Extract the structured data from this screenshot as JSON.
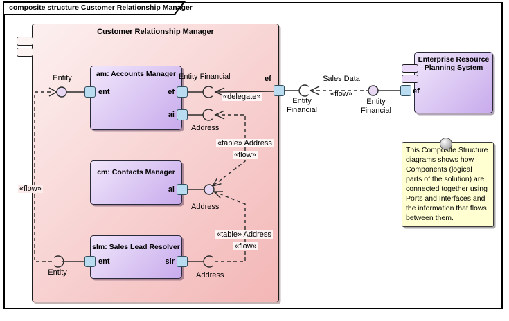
{
  "frame": {
    "tab_label": "composite structure Customer Relationship Manager"
  },
  "crm": {
    "title": "Customer Relationship Manager"
  },
  "components": {
    "am": {
      "title": "am: Accounts Manager",
      "port_ent": "ent",
      "port_ef": "ef",
      "port_ai": "ai"
    },
    "cm": {
      "title": "cm: Contacts Manager",
      "port_ai": "ai"
    },
    "slm": {
      "title": "slm: Sales Lead Resolver",
      "port_ent": "ent",
      "port_slr": "slr"
    },
    "erp": {
      "title": "Enterprise Resource Planning System",
      "port_ef": "ef"
    }
  },
  "boundary_port": {
    "label": "ef"
  },
  "labels": {
    "entity_top": "Entity",
    "entity_bottom": "Entity",
    "entity_financial_am": "Entity Financial",
    "entity_financial_boundary": "Entity Financial",
    "entity_financial_erp": "Entity Financial",
    "address_am": "Address",
    "address_cm": "Address",
    "address_slm": "Address",
    "sales_data": "Sales Data",
    "delegate": "«delegate»",
    "flow_left": "«flow»",
    "flow_right": "«flow»",
    "flow_upper": "«flow»",
    "flow_lower": "«flow»",
    "table_address_upper": "«table» Address",
    "table_address_lower": "«table» Address"
  },
  "note": {
    "text": "This Composite Structure diagrams shows how Components (logical parts of the solution) are connected together using Ports and Interfaces and the information that flows between them."
  },
  "colors": {
    "container_fill_start": "#fdf0f0",
    "container_fill_end": "#f3b6b6",
    "component_fill_start": "#f0e6fb",
    "component_fill_end": "#c8abec",
    "port_fill": "#b9dcf0",
    "note_fill": "#ffffd2",
    "ball_fill": "#e7d7f3",
    "line": "#2b2b2b"
  }
}
